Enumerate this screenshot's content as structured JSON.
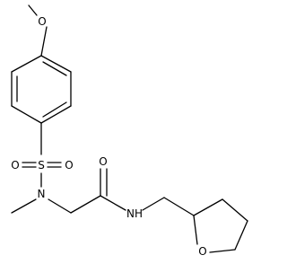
{
  "atoms": {
    "o_methoxy": "O",
    "o_sulfonyl_left": "O",
    "sulfur": "S",
    "o_sulfonyl_right": "O",
    "n_sulfonamide": "N",
    "o_carbonyl": "O",
    "n_amide": "NH",
    "o_ring": "O"
  },
  "colors": {
    "bond": "#000000",
    "label": "#000000",
    "background": "#ffffff"
  }
}
